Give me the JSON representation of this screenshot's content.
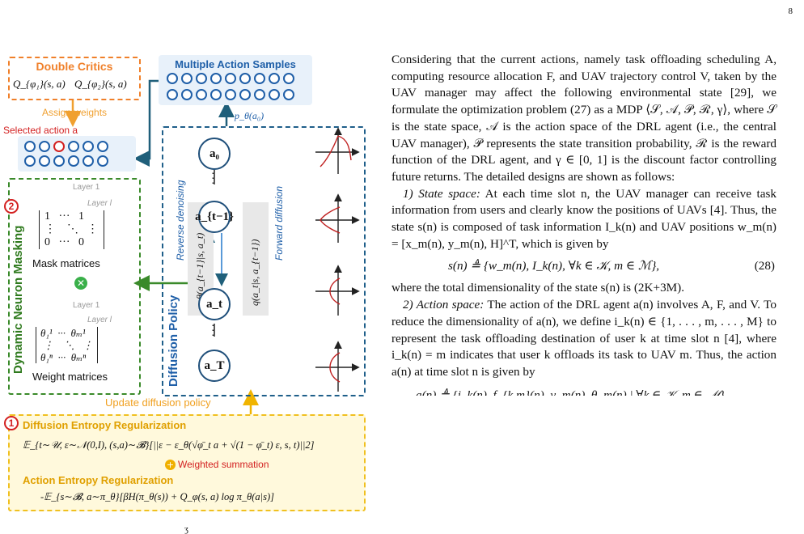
{
  "page_number": "8",
  "figure": {
    "double_critics": {
      "title": "Double Critics",
      "q1": "Q_{φ₁}(s, a)",
      "q2": "Q_{φ₂}(s, a)"
    },
    "multiple_action_samples": "Multiple Action Samples",
    "assign_weights": "Assign weights",
    "selected_action": "Selected action a",
    "p_theta": "p_θ(a₀)",
    "reverse_denoising": "Reverse denoising",
    "forward_diffusion": "Forward diffusion",
    "diffusion_policy": "Diffusion Policy",
    "pi_label": "π_θ(a_{t−1}|s, a_t)",
    "q_label": "q(a_t|s, a_{t−1})",
    "nodes": [
      "a₀",
      "a_{t−1}",
      "a_t",
      "a_T"
    ],
    "dynamic_neuron_masking": "Dynamic Neuron Masking",
    "badge_1": "1",
    "badge_2": "2",
    "layer_1": "Layer 1",
    "layer_l": "Layer l",
    "mask_matrices": "Mask matrices",
    "weight_matrices": "Weight matrices",
    "update_diffusion_policy": "Update diffusion policy",
    "diffusion_entropy_title": "Diffusion Entropy Regularization",
    "diffusion_entropy_formula": "𝔼_{t∼𝒰, ε∼𝒩(0,I), (s,a)∼𝓑}[||ε − ε_θ(√φ̄_t a + √(1 − φ̄_t) ε, s, t)||2]",
    "weighted_summation": "Weighted summation",
    "action_entropy_title": "Action Entropy Regularization",
    "action_entropy_formula": "-𝔼_{s∼𝓑, a∼π_θ}[βH(π_θ(s)) + Q_φ(s, a) log π_θ(a|s)]"
  },
  "text": {
    "para1": "Considering that the current actions, namely task offloading scheduling A, computing resource allocation F, and UAV trajectory control V, taken by the UAV manager may affect the following environmental state [29], we formulate the optimization problem (27) as a MDP ⟨𝒮, 𝒜, 𝒫, ℛ, γ⟩, where 𝒮 is the state space, 𝒜 is the action space of the DRL agent (i.e., the central UAV manager), 𝒫 represents the state transition probability, ℛ is the reward function of the DRL agent, and γ ∈ [0, 1] is the discount factor controlling future returns. The detailed designs are shown as follows:",
    "state_head": "1) State space:",
    "state_body": " At each time slot n, the UAV manager can receive task information from users and clearly know the positions of UAVs [4]. Thus, the state s(n) is composed of task information I_k(n) and UAV positions w_m(n) = [x_m(n), y_m(n), H]^T, which is given by",
    "eq28": "s(n) ≜ {w_m(n), I_k(n), ∀k ∈ 𝒦, m ∈ ℳ},",
    "eq28_num": "(28)",
    "para_dim": "where the total dimensionality of the state s(n) is (2K+3M).",
    "action_head": "2) Action space:",
    "action_body": " The action of the DRL agent a(n) involves A, F, and V. To reduce the dimensionality of a(n), we define i_k(n) ∈ {1, . . . , m, . . . , M} to represent the task offloading destination of user k at time slot n [4], where i_k(n) = m indicates that user k offloads its task to UAV m. Thus, the action a(n) at time slot n is given by",
    "cut_line": "a(n) ≜ {i_k(n), f_{k,m}(n), v_m(n), θ_m(n) | ∀k ∈ 𝒦, m ∈ ℳ},"
  }
}
